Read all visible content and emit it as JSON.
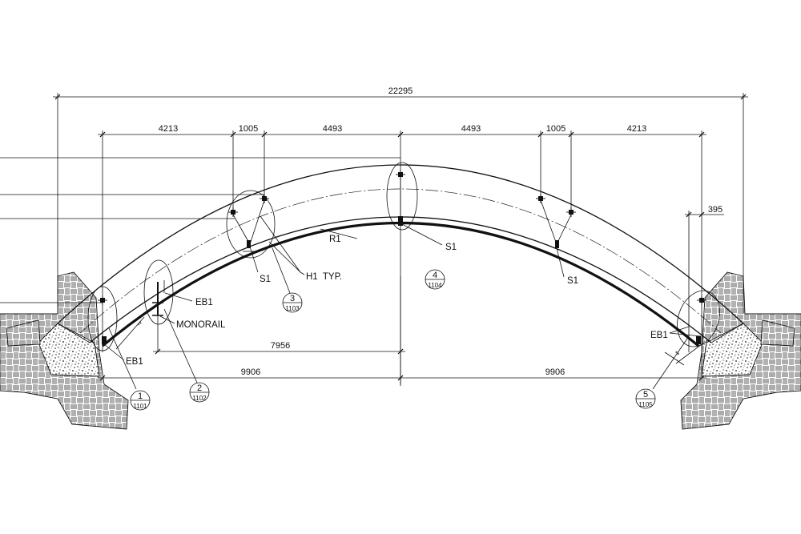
{
  "dimensions": {
    "overall": "22295",
    "left_outer": "4213",
    "left_gap": "1005",
    "left_inner": "4493",
    "right_inner": "4493",
    "right_gap": "1005",
    "right_outer": "4213",
    "offset": "395",
    "monorail_span": "7956",
    "half_left": "9906",
    "half_right": "9906"
  },
  "labels": {
    "r1": "R1",
    "s1_center": "S1",
    "s1_left": "S1",
    "s1_right": "S1",
    "h1": "H1  TYP.",
    "eb1_left_top": "EB1",
    "eb1_left_bottom": "EB1",
    "eb1_right": "EB1",
    "monorail": "MONORAIL",
    "star_left": "**",
    "star_right": "**"
  },
  "callouts": [
    {
      "num": "1",
      "sheet": "1101"
    },
    {
      "num": "2",
      "sheet": "1102"
    },
    {
      "num": "3",
      "sheet": "1103"
    },
    {
      "num": "4",
      "sheet": "1104"
    },
    {
      "num": "5",
      "sheet": "1105"
    }
  ]
}
